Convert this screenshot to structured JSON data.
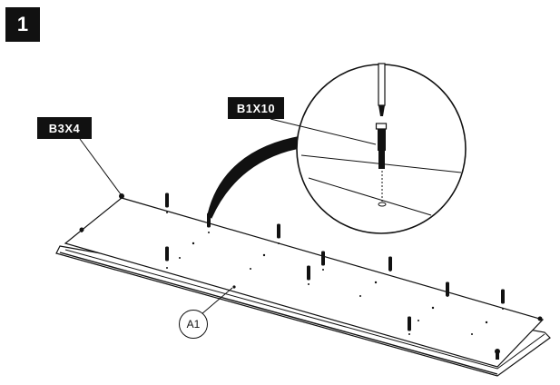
{
  "step": {
    "number": "1"
  },
  "callouts": {
    "hardware_left": "B3X4",
    "hardware_detail": "B1X10"
  },
  "parts": {
    "panel_label": "A1"
  },
  "icons": {
    "screwdriver": "screwdriver-icon",
    "screw": "screw-icon",
    "dowel": "dowel-icon"
  },
  "colors": {
    "ink": "#111111",
    "background": "#ffffff"
  }
}
